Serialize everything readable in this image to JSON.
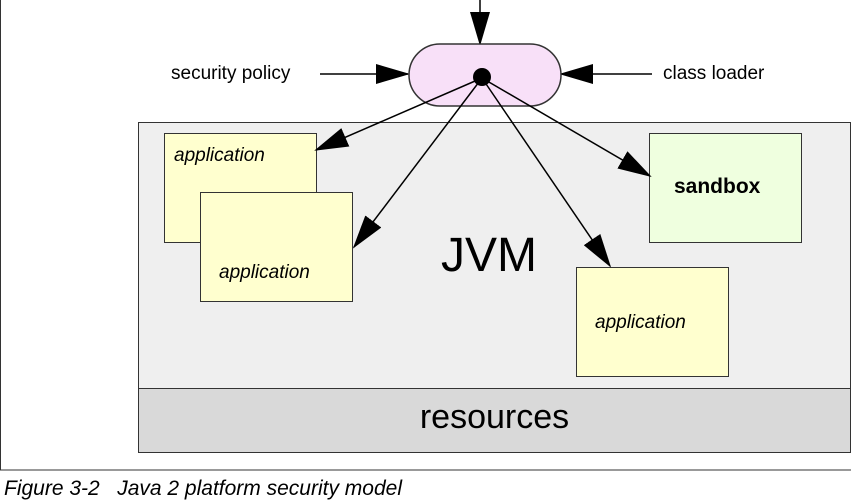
{
  "diagram": {
    "security_policy_label": "security policy",
    "class_loader_label": "class loader",
    "jvm_label": "JVM",
    "sandbox_label": "sandbox",
    "resources_label": "resources",
    "applications": [
      "application",
      "application",
      "application"
    ]
  },
  "caption": {
    "text": "Figure 3-2   Java 2 platform security model"
  },
  "colors": {
    "jvm_fill": "#efefef",
    "resources_fill": "#d9d9d9",
    "application_fill": "#ffffcf",
    "sandbox_fill": "#efffdf",
    "security_manager_fill": "#f8e0f8"
  }
}
